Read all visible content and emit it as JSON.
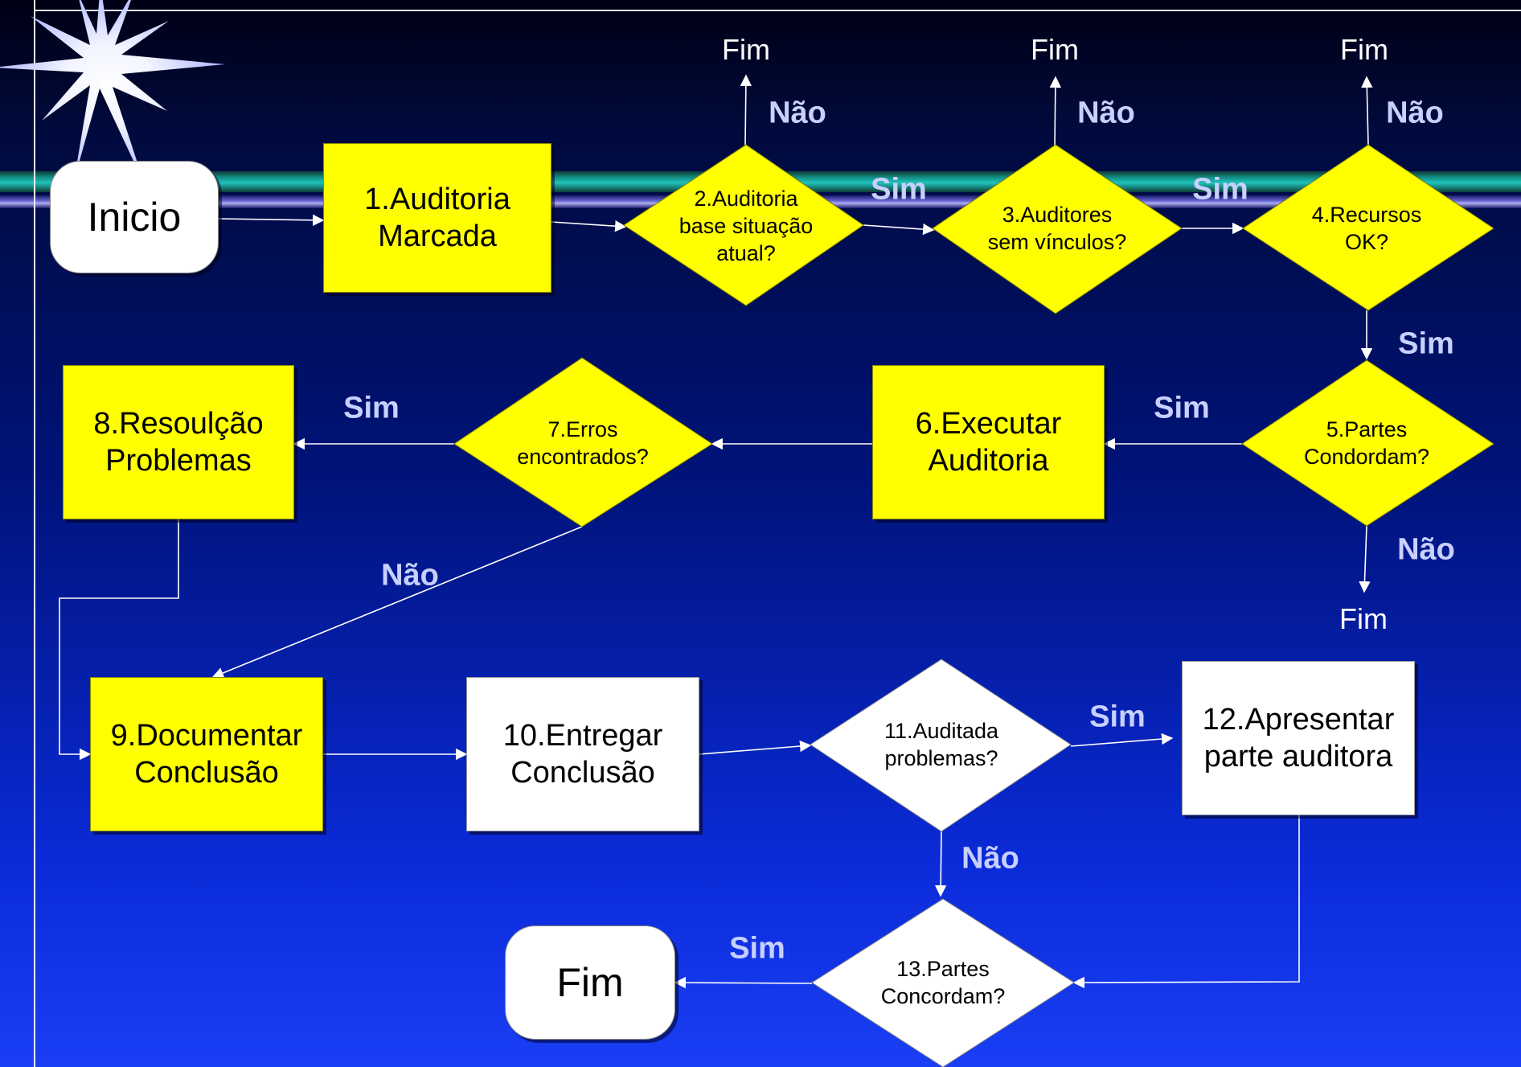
{
  "nodes": {
    "inicio": "Inicio",
    "n1": "1.Auditoria\nMarcada",
    "n2": "2.Auditoria\nbase situação\natual?",
    "n3": "3.Auditores\nsem vínculos?",
    "n4": "4.Recursos\nOK?",
    "n5": "5.Partes\nCondordam?",
    "n6": "6.Executar\nAuditoria",
    "n7": "7.Erros\nencontrados?",
    "n8": "8.Resoulção\nProblemas",
    "n9": "9.Documentar\nConclusão",
    "n10": "10.Entregar\nConclusão",
    "n11": "11.Auditada\nproblemas?",
    "n12": "12.Apresentar\nparte auditora",
    "n13": "13.Partes\nConcordam?",
    "fim": "Fim"
  },
  "labels": {
    "sim_2_3": "Sim",
    "sim_3_4": "Sim",
    "sim_4_5": "Sim",
    "sim_5_6": "Sim",
    "sim_7_8": "Sim",
    "sim_11_12": "Sim",
    "sim_13_fim": "Sim",
    "nao_2": "Não",
    "nao_3": "Não",
    "nao_4": "Não",
    "nao_5": "Não",
    "nao_7": "Não",
    "nao_11": "Não"
  },
  "ends": {
    "fim_2": "Fim",
    "fim_3": "Fim",
    "fim_4": "Fim",
    "fim_5": "Fim"
  },
  "colors": {
    "decision_yellow": "#ffff00",
    "process_white": "#ffffff",
    "label_text": "#c8d0ff",
    "connector": "#ffffff"
  }
}
